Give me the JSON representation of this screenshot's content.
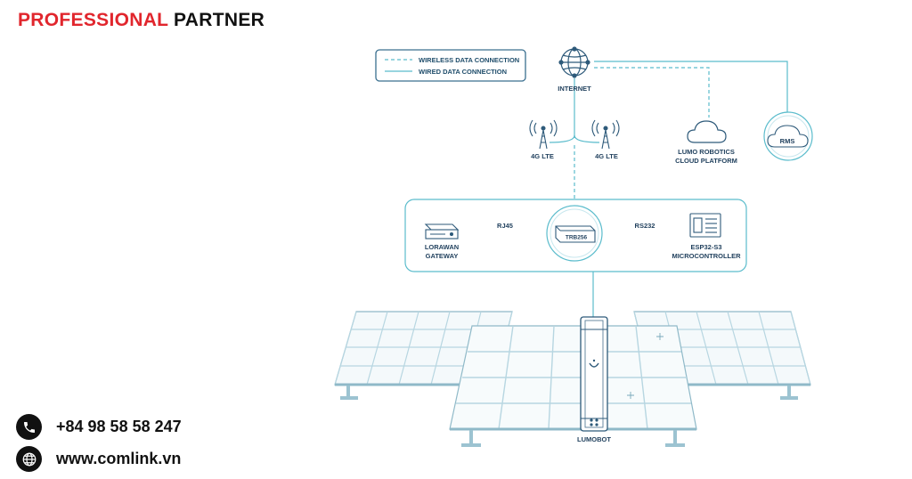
{
  "brand": {
    "part1": "PROFESSIONAL",
    "part2": "PARTNER",
    "color_primary": "#e1262d",
    "color_secondary": "#111111"
  },
  "contact": {
    "phone": "+84 98 58 58 247",
    "website": "www.comlink.vn",
    "phone_icon": "phone-icon",
    "web_icon": "globe-icon"
  },
  "diagram": {
    "legend": {
      "wireless": "WIRELESS DATA CONNECTION",
      "wired": "WIRED DATA CONNECTION"
    },
    "nodes": {
      "internet": "INTERNET",
      "lte_left": "4G LTE",
      "lte_right": "4G LTE",
      "cloud_line1": "LUMO ROBOTICS",
      "cloud_line2": "CLOUD PLATFORM",
      "rms": "RMS",
      "gateway_line1": "LORAWAN",
      "gateway_line2": "GATEWAY",
      "router": "TRB256",
      "mcu_line1": "ESP32-S3",
      "mcu_line2": "MICROCONTROLLER",
      "robot": "LUMOBOT"
    },
    "links": {
      "rj45": "RJ45",
      "rs232": "RS232"
    },
    "colors": {
      "line": "#5bbccc",
      "ink": "#1f3f5c",
      "panel": "#c9e3ec"
    }
  }
}
